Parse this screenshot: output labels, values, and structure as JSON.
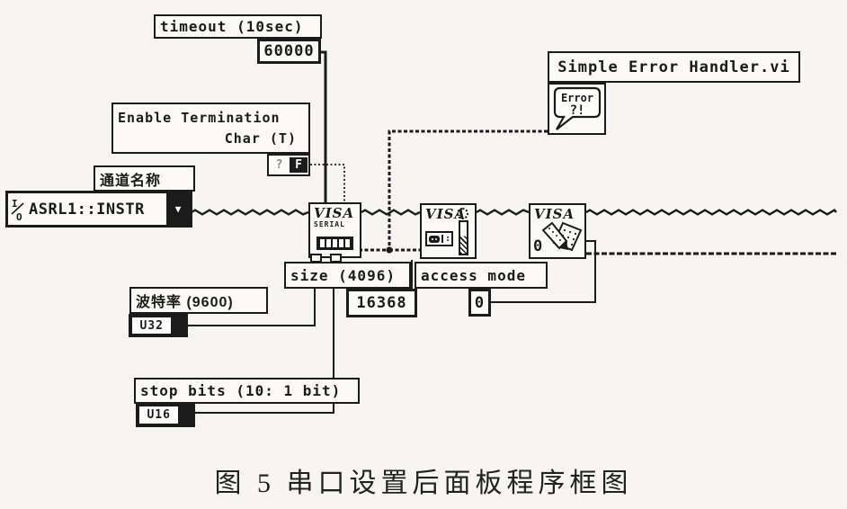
{
  "diagram": {
    "timeout": {
      "label": "timeout (10sec)",
      "value": "60000"
    },
    "enable_term": {
      "label_line1": "Enable Termination",
      "label_line2": "Char (T)",
      "left_glyph": "?",
      "bool_value": "F"
    },
    "channel": {
      "label": "通道名称",
      "value": "ASRL1::INSTR",
      "io_top": "I",
      "io_bottom": "O",
      "dropdown_glyph": "▼"
    },
    "baud": {
      "label": "波特率 (9600)",
      "type": "U32"
    },
    "stop_bits": {
      "label": "stop bits (10: 1 bit)",
      "type": "U16"
    },
    "size": {
      "label": "size (4096)",
      "value": "16368"
    },
    "access_mode": {
      "label": "access mode",
      "value": "0"
    },
    "visa_serial": {
      "title": "VISA",
      "subtitle": "SERIAL"
    },
    "visa_buffer": {
      "title": "VISA",
      "connector_colon": ":"
    },
    "visa_open": {
      "title": "VISA",
      "value": "0"
    },
    "error_handler": {
      "label": "Simple Error Handler.vi",
      "icon_line1": "Error",
      "icon_line2": "?!"
    }
  },
  "caption": "图 5  串口设置后面板程序框图",
  "colors": {
    "ink": "#1b1b1b",
    "paper": "#f7f5f0"
  }
}
